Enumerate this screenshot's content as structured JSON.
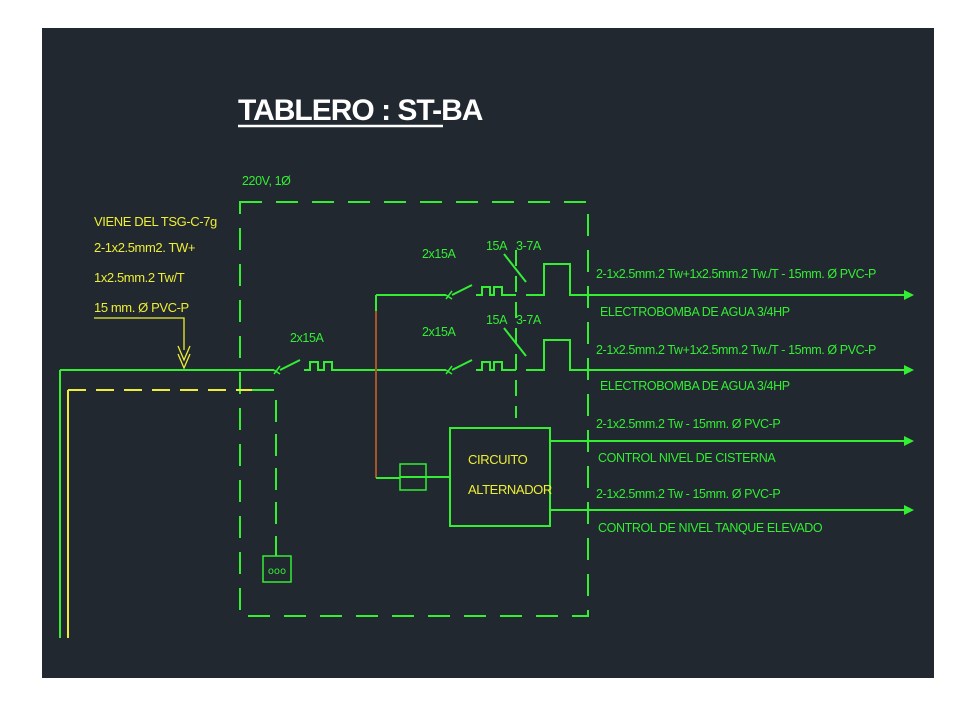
{
  "title": "TABLERO : ST-BA",
  "supply": "220V, 1Ø",
  "feeder": {
    "line1": "VIENE DEL TSG-C-7g",
    "line2": "2-1x2.5mm2. TW+",
    "line3": "1x2.5mm.2 Tw/T",
    "line4": "15 mm. Ø PVC-P"
  },
  "main_breaker": "2x15A",
  "circuits": [
    {
      "breaker": "2x15A",
      "fuse": "15A",
      "contactor": "3-7A",
      "cable": "2-1x2.5mm.2 Tw+1x2.5mm.2 Tw./T - 15mm. Ø PVC-P",
      "load": "ELECTROBOMBA DE AGUA  3/4HP"
    },
    {
      "breaker": "2x15A",
      "fuse": "15A",
      "contactor": "3-7A",
      "cable": "2-1x2.5mm.2 Tw+1x2.5mm.2 Tw./T - 15mm. Ø PVC-P",
      "load": "ELECTROBOMBA DE AGUA  3/4HP"
    }
  ],
  "alternator": {
    "line1": "CIRCUITO",
    "line2": "ALTERNADOR"
  },
  "controls": [
    {
      "cable": "2-1x2.5mm.2 Tw - 15mm. Ø PVC-P",
      "label": "CONTROL NIVEL DE CISTERNA"
    },
    {
      "cable": "2-1x2.5mm.2 Tw - 15mm. Ø PVC-P",
      "label": "CONTROL  DE NIVEL TANQUE ELEVADO"
    }
  ],
  "colors": {
    "background": "#212830",
    "wire": "#33ee33",
    "neutral": "#eeee33",
    "title": "#ffffff",
    "control_wire": "#cc2222"
  }
}
